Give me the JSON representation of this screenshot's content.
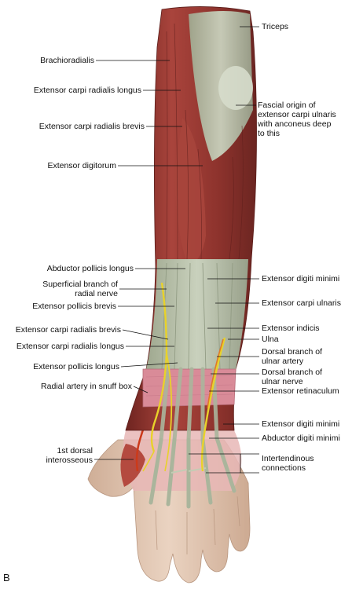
{
  "figure": {
    "panel_letter": "B",
    "labels_left": [
      "Brachioradialis",
      "Extensor carpi radialis longus",
      "Extensor carpi radialis brevis",
      "Extensor digitorum",
      "Abductor pollicis longus",
      "Superficial branch of",
      "radial nerve",
      "Extensor pollicis brevis",
      "Extensor carpi radialis brevis",
      "Extensor carpi radialis longus",
      "Extensor pollicis longus",
      "Radial artery in snuff box",
      "1st dorsal",
      "interosseous"
    ],
    "labels_right": [
      "Triceps",
      "Fascial origin of",
      "extensor carpi ulnaris",
      "with anconeus deep",
      "to this",
      "Extensor digiti minimi",
      "Extensor carpi ulnaris",
      "Extensor indicis",
      "Ulna",
      "Dorsal branch of",
      "ulnar artery",
      "Dorsal branch of",
      "ulnar nerve",
      "Extensor retinaculum",
      "Extensor digiti minimi",
      "Abductor digiti minimi",
      "Intertendinous",
      "connections"
    ],
    "colors": {
      "muscle": "#9c3b35",
      "muscle_dark": "#6e2420",
      "tendon": "#b9c4ad",
      "retinaculum": "#d98b98",
      "skin": "#e2c7b2",
      "nerve": "#e8d22a",
      "artery": "#cc3a1a",
      "leader": "#111111"
    }
  }
}
